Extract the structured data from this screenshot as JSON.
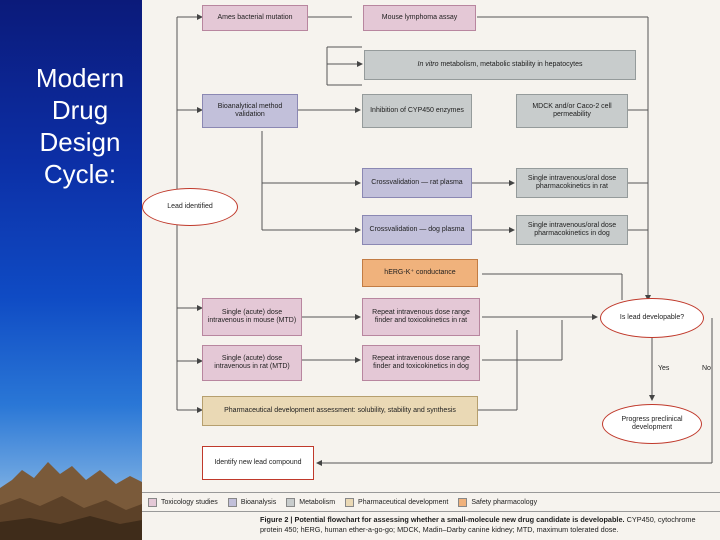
{
  "slide": {
    "title_lines": [
      "Modern",
      "Drug",
      "Design",
      "Cycle:"
    ]
  },
  "colors": {
    "toxicology": "#e4c8d6",
    "bioanalysis": "#c2c0da",
    "metabolism": "#c8cccc",
    "pharmaceutical_development": "#ead9b5",
    "safety_pharmacology": "#f0b27c",
    "outline_red": "#c0392b",
    "slide_gradient_top": "#0b1a7a"
  },
  "flowchart": {
    "boxes": {
      "ames": "Ames bacterial mutation",
      "mouse_lymphoma": "Mouse lymphoma assay",
      "in_vitro_em": "In vitro",
      "in_vitro_rest": " metabolism, metabolic stability in hepatocytes",
      "bioanalytical": "Bioanalytical method validation",
      "cyp450": "Inhibition of CYP450 enzymes",
      "mdck": "MDCK and/or Caco-2 cell permeability",
      "cross_rat": "Crossvalidation — rat plasma",
      "pk_rat": "Single intravenous/oral dose pharmacokinetics in rat",
      "cross_dog": "Crossvalidation — dog plasma",
      "pk_dog": "Single intravenous/oral dose pharmacokinetics in dog",
      "herg": "hERG-K⁺ conductance",
      "mtd_mouse": "Single (acute) dose intravenous in mouse (MTD)",
      "repeat_rat": "Repeat intravenous dose range finder and toxicokinetics in rat",
      "mtd_rat": "Single (acute) dose intravenous in rat (MTD)",
      "repeat_dog": "Repeat intravenous dose range finder and toxicokinetics in dog",
      "pharm_dev": "Pharmaceutical development assessment: solubility, stability and synthesis",
      "identify_new": "Identify new lead compound"
    },
    "ovals": {
      "lead_identified": "Lead identified",
      "is_developable": "Is lead developable?",
      "progress": "Progress preclinical development"
    },
    "labels": {
      "yes": "Yes",
      "no": "No"
    }
  },
  "legend": [
    {
      "label": "Toxicology studies",
      "color_key": "toxicology"
    },
    {
      "label": "Bioanalysis",
      "color_key": "bioanalysis"
    },
    {
      "label": "Metabolism",
      "color_key": "metabolism"
    },
    {
      "label": "Pharmaceutical development",
      "color_key": "pharmaceutical_development"
    },
    {
      "label": "Safety pharmacology",
      "color_key": "safety_pharmacology"
    }
  ],
  "caption": {
    "figure_label": "Figure 2 | Potential flowchart for assessing whether a small-molecule new drug candidate is developable.",
    "text": " CYP450, cytochrome protein 450; hERG, human ether-a-go-go; MDCK, Madin–Darby canine kidney; MTD, maximum tolerated dose."
  }
}
